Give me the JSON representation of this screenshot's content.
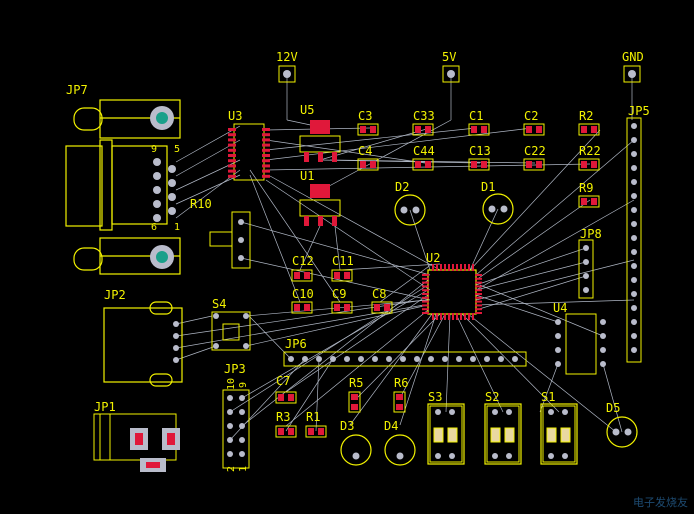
{
  "colors": {
    "background": "#000000",
    "silkscreen": "#f2f200",
    "pad_red": "#e0183a",
    "ratsnest": "#cfd8e8",
    "pad_gray": "#b9bccb",
    "pad_teal": "#1aa08a"
  },
  "labels": {
    "jp7": "JP7",
    "u3": "U3",
    "u5": "U5",
    "u1": "U1",
    "v12": "12V",
    "v5": "5V",
    "gnd": "GND",
    "jp5": "JP5",
    "c3": "C3",
    "c33": "C33",
    "c1": "C1",
    "c2": "C2",
    "r2": "R2",
    "c4": "C4",
    "c44": "C44",
    "c13": "C13",
    "c22": "C22",
    "r22": "R22",
    "d2": "D2",
    "d1": "D1",
    "r9": "R9",
    "r10": "R10",
    "jp8": "JP8",
    "c12": "C12",
    "c11": "C11",
    "u2": "U2",
    "c10": "C10",
    "c9": "C9",
    "c8": "C8",
    "jp2": "JP2",
    "s4": "S4",
    "u4": "U4",
    "jp6": "JP6",
    "jp3": "JP3",
    "c7": "C7",
    "r5": "R5",
    "r6": "R6",
    "s3": "S3",
    "s2": "S2",
    "s1": "S1",
    "d5": "D5",
    "jp1": "JP1",
    "r3": "R3",
    "r1": "R1",
    "d3": "D3",
    "d4": "D4",
    "db9_pin9": "9",
    "db9_pin5": "5",
    "db9_pin6": "6",
    "db9_pin1": "1",
    "jp3_pin10": "10",
    "jp3_pin9": "9",
    "jp3_pin2": "2",
    "jp3_pin1": "1"
  },
  "watermark": "电子发烧友"
}
